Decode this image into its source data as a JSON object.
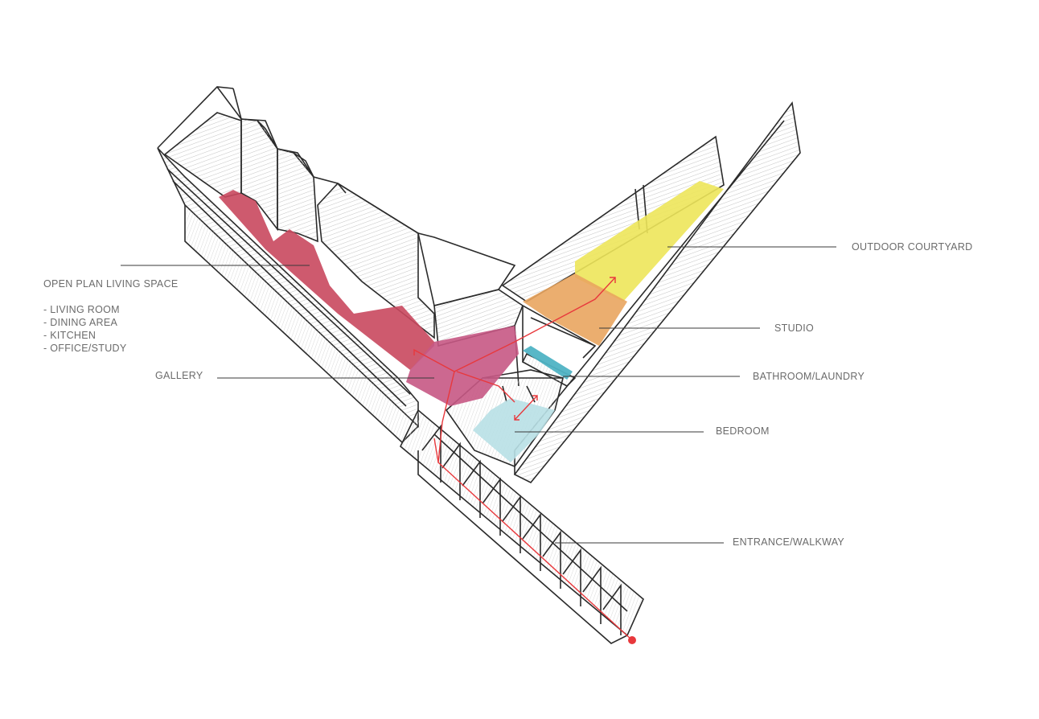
{
  "labels": {
    "open_plan": "OPEN PLAN LIVING SPACE",
    "open_plan_items": [
      "- LIVING ROOM",
      "- DINING AREA",
      "- KITCHEN",
      "- OFFICE/STUDY"
    ],
    "gallery": "GALLERY",
    "outdoor_courtyard": "OUTDOOR COURTYARD",
    "studio": "STUDIO",
    "bathroom_laundry": "BATHROOM/LAUNDRY",
    "bedroom": "BEDROOM",
    "entrance_walkway": "ENTRANCE/WALKWAY"
  },
  "colors": {
    "open_plan": "#c9485e",
    "gallery": "#c65884",
    "outdoor_courtyard": "#ede55a",
    "studio": "#e9a55f",
    "bathroom_laundry": "#4fb3c4",
    "bedroom": "#b8e0e6",
    "circulation_path": "#e8383c",
    "leader_line": "#3a3a3a",
    "sketch_line": "#2b2b2b",
    "wall_hatch": "#c8c8c8"
  }
}
